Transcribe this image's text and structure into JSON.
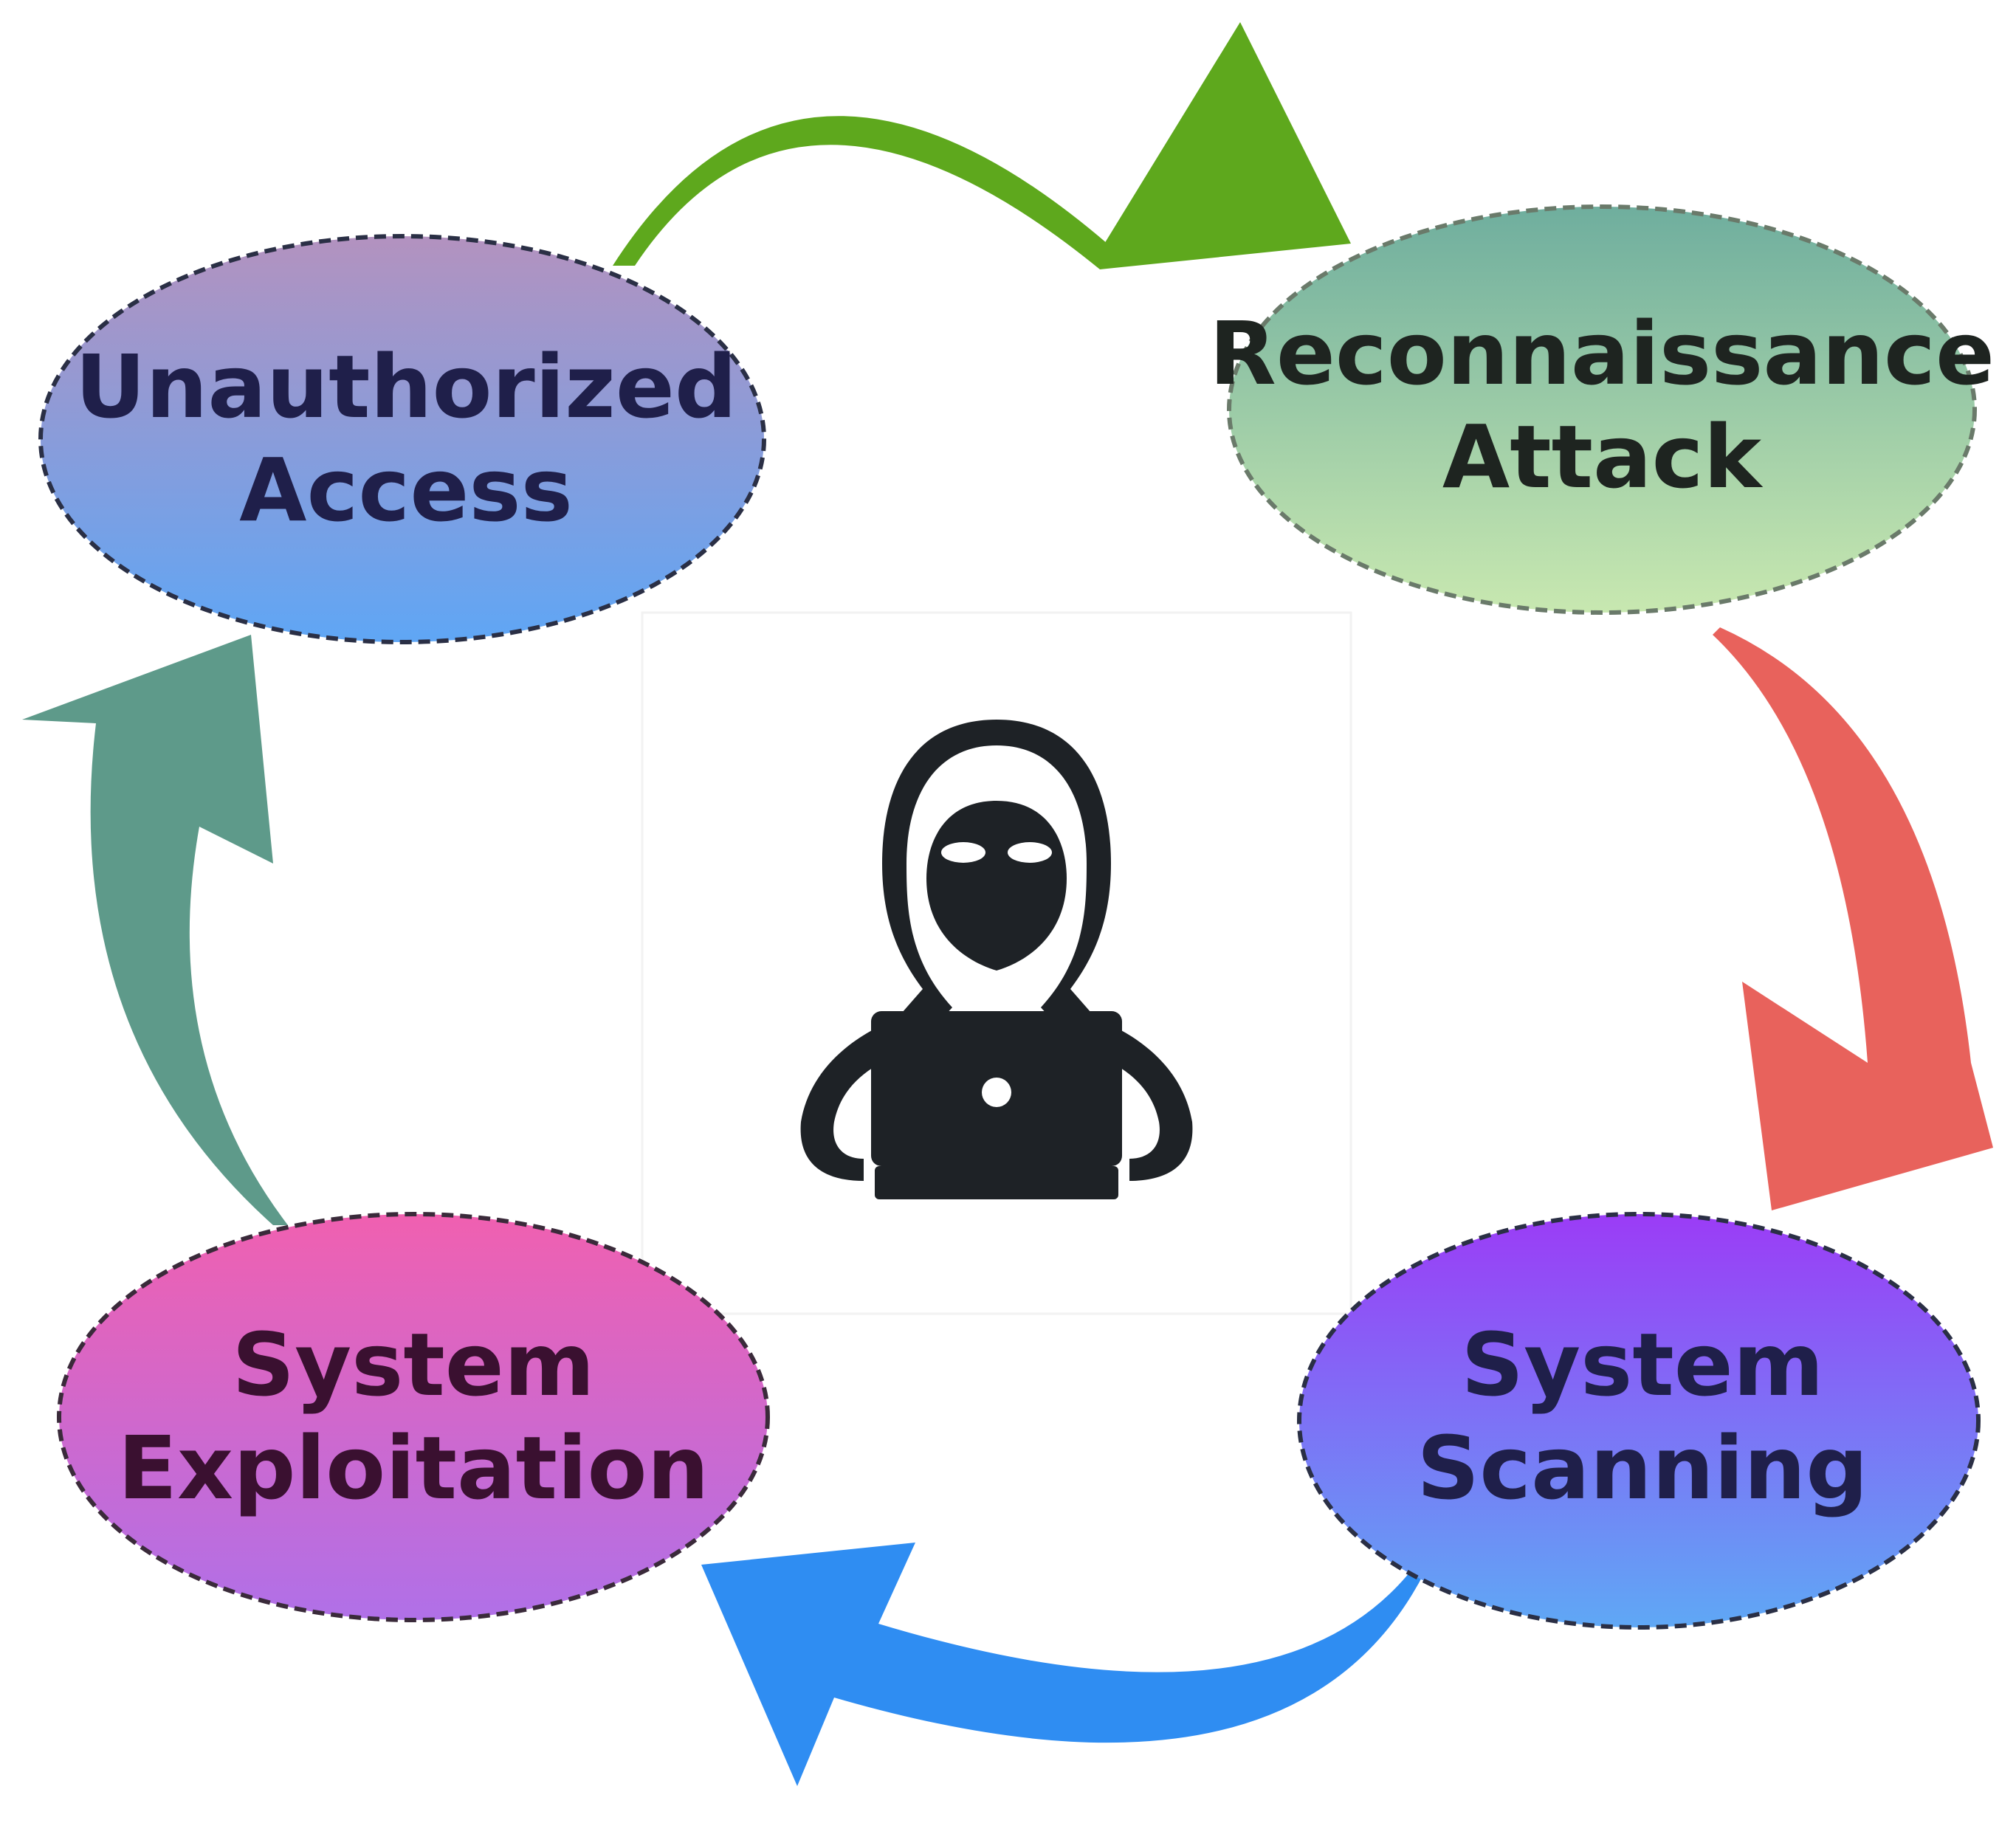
{
  "diagram": {
    "nodes": [
      {
        "id": "unauthorized-access",
        "lines": [
          "Unauthorized",
          "Access"
        ],
        "text_color": "#1f1f4a",
        "gradient": [
          "#b392bf",
          "#5fa6f5"
        ]
      },
      {
        "id": "reconnaissance-attack",
        "lines": [
          "Reconnaissance",
          "Attack"
        ],
        "text_color": "#1e2420",
        "gradient": [
          "#6fae9e",
          "#c8e8b0"
        ]
      },
      {
        "id": "system-scanning",
        "lines": [
          "System",
          "Scanning"
        ],
        "text_color": "#1f1f4a",
        "gradient": [
          "#9b3cf6",
          "#5fa8f5"
        ]
      },
      {
        "id": "system-exploitation",
        "lines": [
          "System",
          "Exploitation"
        ],
        "text_color": "#3a1030",
        "gradient": [
          "#f060b0",
          "#b070e8"
        ]
      }
    ],
    "arrows": [
      {
        "id": "access-to-recon",
        "color": "#5ea81d"
      },
      {
        "id": "recon-to-scanning",
        "color": "#e8625c"
      },
      {
        "id": "scanning-to-exploitation",
        "color": "#2f8df2"
      },
      {
        "id": "exploitation-to-access",
        "color": "#5e9a8a"
      }
    ],
    "center_icon": {
      "name": "hacker-laptop-icon",
      "color": "#1e2226"
    }
  }
}
